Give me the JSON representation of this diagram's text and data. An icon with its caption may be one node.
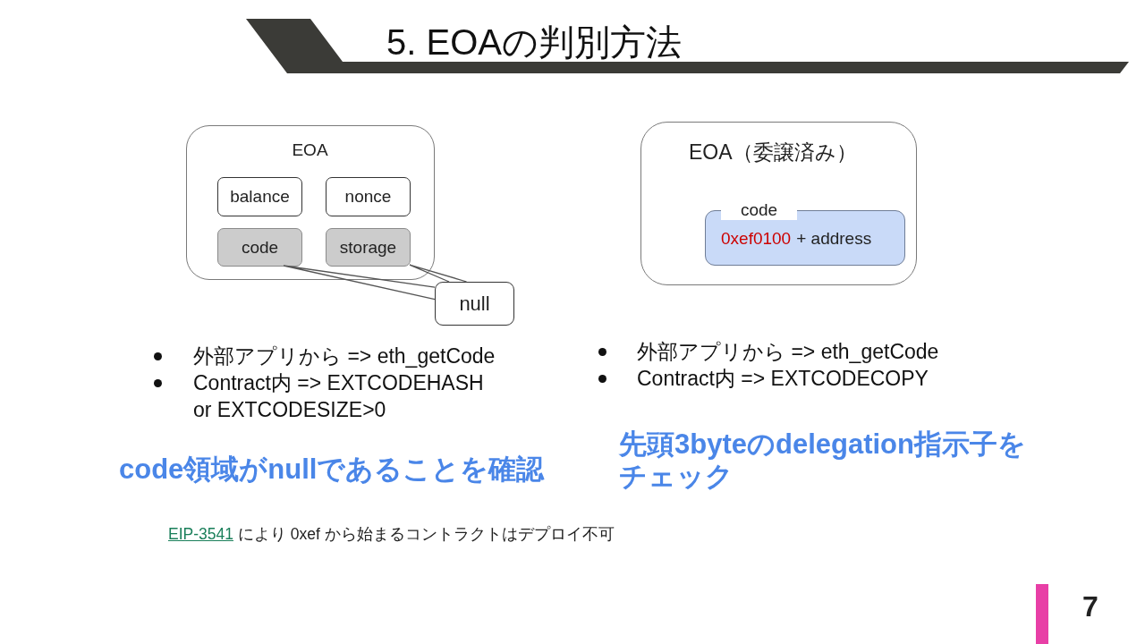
{
  "diagram": {
    "title": "5. EOAの判別方法",
    "nodes": [
      {
        "text": [
          "EOA"
        ]
      },
      {
        "text": [
          "balance"
        ],
        "in": 0
      },
      {
        "text": [
          "nonce"
        ],
        "in": 0
      },
      {
        "text": [
          "code"
        ],
        "in": 0
      },
      {
        "text": [
          "storage"
        ],
        "in": 0
      },
      {
        "text": [
          "null"
        ]
      },
      {
        "text": [
          "EOA（委譲済み）"
        ]
      },
      {
        "text": [
          "code",
          "0xef0100",
          "+ address"
        ],
        "in": 6
      }
    ],
    "edges": [
      {
        "from": 5,
        "to": 3,
        "arrow": "none"
      },
      {
        "from": 5,
        "to": 4,
        "arrow": "none"
      }
    ],
    "labels": [
      "外部アプリから => eth_getCode",
      "Contract内 => EXTCODEHASH or EXTCODESIZE>0",
      "外部アプリから => eth_getCode",
      "Contract内 => EXTCODECOPY",
      "code領域がnullであることを確認",
      "先頭3byteのdelegation指示子をチェック",
      "EIP-3541",
      "により 0xef から始まるコントラクトはデプロイ不可",
      "7"
    ]
  }
}
